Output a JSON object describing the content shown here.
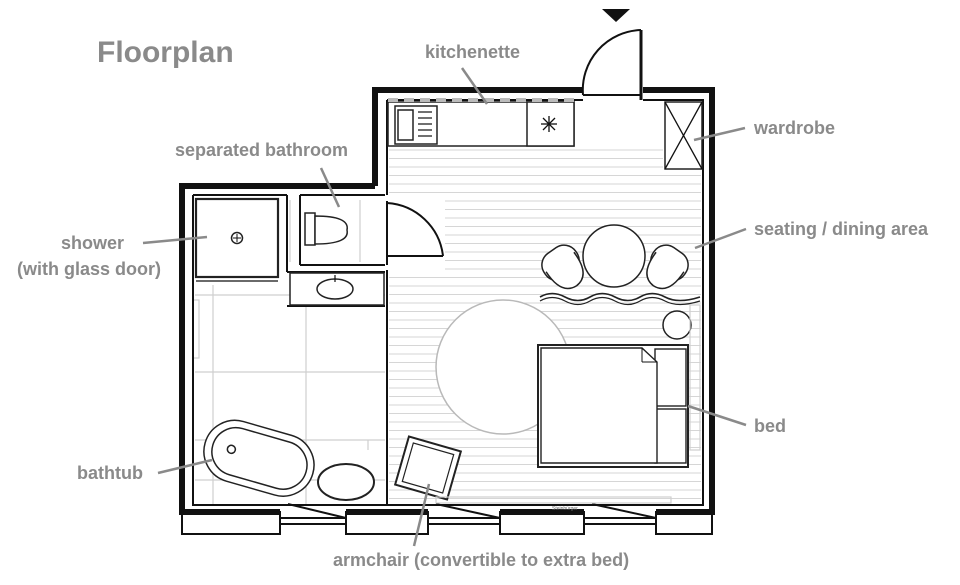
{
  "title": "Floorplan",
  "labels": {
    "kitchenette": "kitchenette",
    "wardrobe": "wardrobe",
    "separated_bathroom": "separated bathroom",
    "shower_line1": "shower",
    "shower_line2": "(with glass door)",
    "seating_dining": "seating / dining area",
    "bed": "bed",
    "bathtub": "bathtub",
    "armchair": "armchair (convertible to extra bed)"
  },
  "signature": "Steinbürger",
  "colors": {
    "label_text": "#8a8a8a",
    "wall": "#111111",
    "fixture_stroke": "#222222",
    "floor_lines": "#d6d6d6",
    "background": "#ffffff"
  },
  "icons": {
    "entrance": "entrance-arrow-icon",
    "stove": "stove-icon",
    "drain": "shower-drain-icon"
  }
}
